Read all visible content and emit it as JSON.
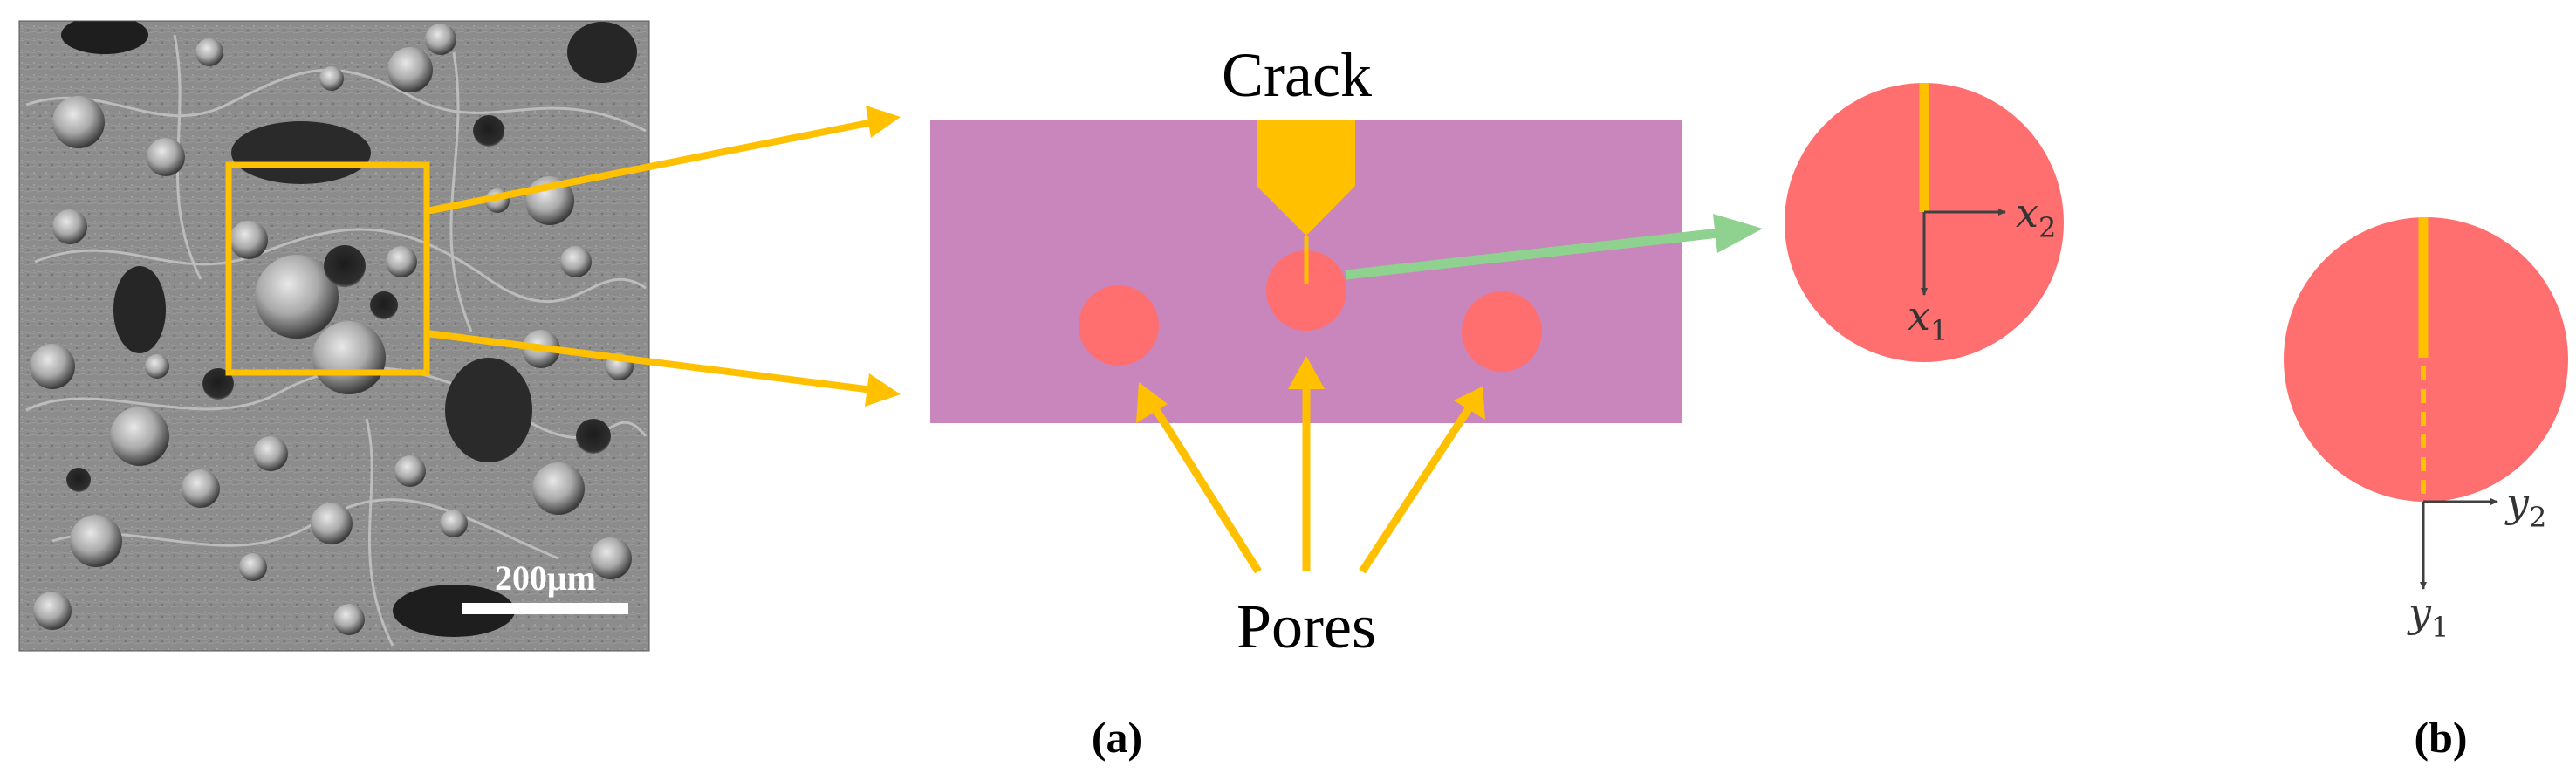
{
  "sem_image": {
    "scale_bar_label": "200μm"
  },
  "diagram_a": {
    "crack_label": "Crack",
    "pores_label": "Pores",
    "panel_label": "(a)",
    "coord_x1": "x",
    "coord_x1_sub": "1",
    "coord_x2": "x",
    "coord_x2_sub": "2"
  },
  "diagram_b": {
    "panel_label": "(b)",
    "coord_y1": "y",
    "coord_y1_sub": "1",
    "coord_y2": "y",
    "coord_y2_sub": "2"
  },
  "colors": {
    "matrix": "#c886bd",
    "pore": "#ff6f6f",
    "crack": "#ffc000",
    "zoom_arrow": "#8fd18f",
    "axes": "#404040",
    "sem_background": "#8a8a8a"
  }
}
